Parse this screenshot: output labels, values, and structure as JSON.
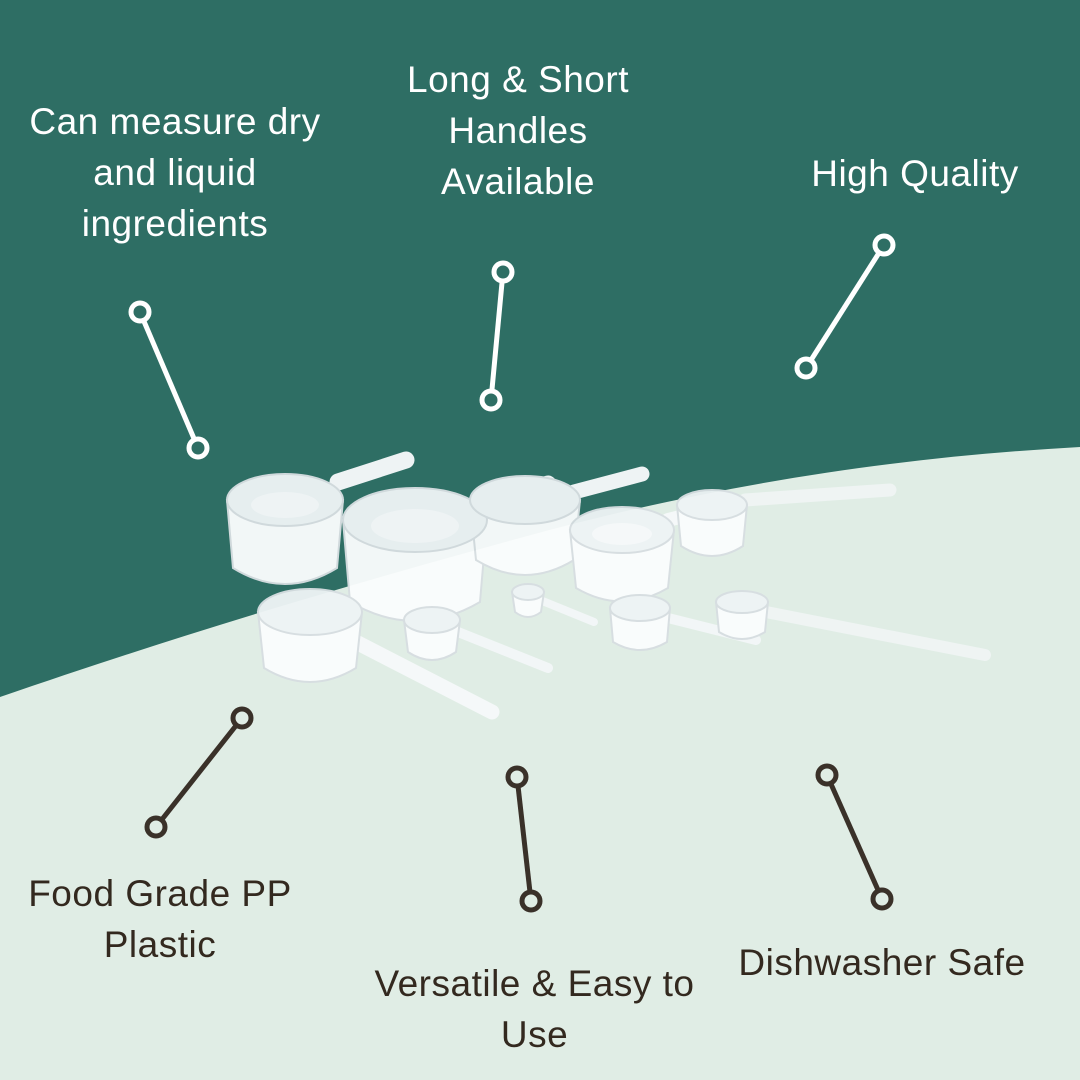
{
  "colors": {
    "background_top_teal": "#2e6e64",
    "background_bottom_mint": "#e0ede5",
    "text_light": "#ffffff",
    "text_dark": "#33291f",
    "connector_light": "#ffffff",
    "connector_dark": "#3a3129",
    "scoop_white": "#fbfdfd"
  },
  "callouts": {
    "top_left": {
      "label": "Can measure dry and liquid ingredients"
    },
    "top_center": {
      "label": "Long & Short Handles Available"
    },
    "top_right": {
      "label": "High Quality"
    },
    "bottom_left": {
      "label": "Food Grade PP Plastic"
    },
    "bottom_center": {
      "label": "Versatile & Easy to Use"
    },
    "bottom_right": {
      "label": "Dishwasher Safe"
    }
  }
}
